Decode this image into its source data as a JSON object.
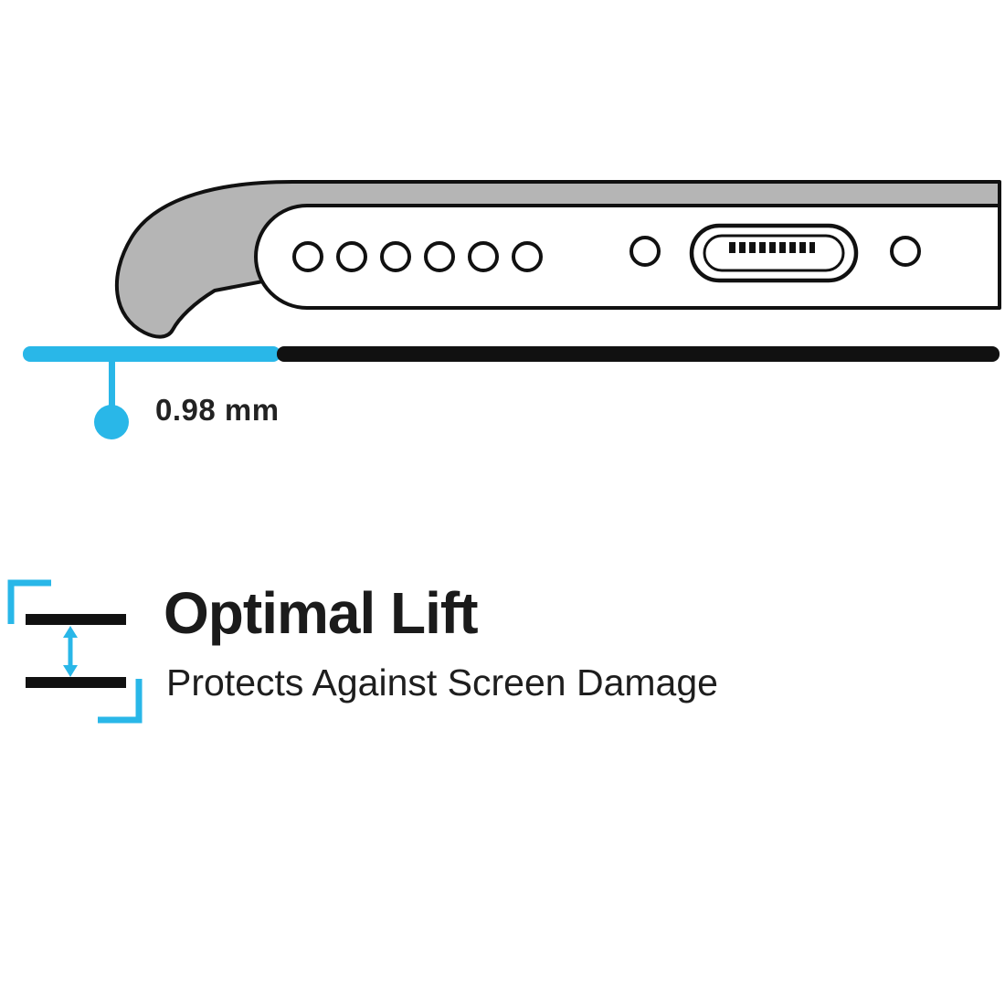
{
  "page": {
    "background": "#ffffff"
  },
  "colors": {
    "accent_cyan": "#29b7e8",
    "outline_black": "#111111",
    "case_gray": "#b5b5b5",
    "text_dark": "#1e1e1e"
  },
  "illustration": {
    "subject": "phone-bottom-edge-inside-case",
    "speaker_hole_count": 6
  },
  "measurement": {
    "label": "0.98 mm"
  },
  "feature": {
    "title": "Optimal Lift",
    "subtitle": "Protects Against Screen Damage"
  }
}
